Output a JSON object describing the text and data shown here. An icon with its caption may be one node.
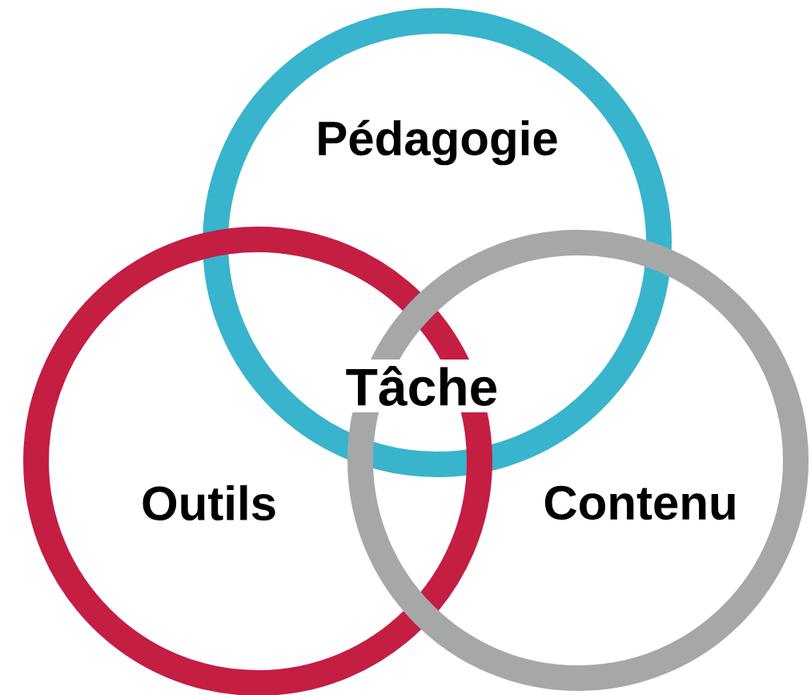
{
  "diagram": {
    "nodes": [
      {
        "text": [
          "Pédagogie"
        ]
      },
      {
        "text": [
          "Outils"
        ]
      },
      {
        "text": [
          "Contenu"
        ]
      }
    ],
    "labels": [
      "Tâche"
    ]
  }
}
